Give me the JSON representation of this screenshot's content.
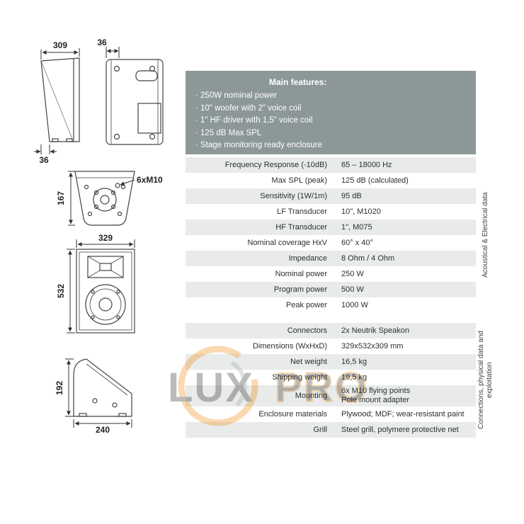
{
  "colors": {
    "features_bg": "#8c9897",
    "row_alt": "#e8ebea",
    "watermark_orange": "#f08300",
    "watermark_gray": "#939b9c"
  },
  "watermark": {
    "lux": "LUX",
    "pro": "PRO"
  },
  "features": {
    "title": "Main features:",
    "items": [
      "· 250W nominal power",
      "· 10\" woofer with 2\" voice coil",
      "· 1\" HF driver with 1,5\" voice coil",
      "· 125 dB Max SPL",
      "· Stage monitoring ready enclosure"
    ]
  },
  "acoustic_table": {
    "side_label": "Acoustical & Electrical data",
    "rows": [
      {
        "label": "Frequency Response (-10dB)",
        "value": "65 – 18000 Hz"
      },
      {
        "label": "Max SPL (peak)",
        "value": "125 dB (calculated)"
      },
      {
        "label": "Sensitivity (1W/1m)",
        "value": "95 dB"
      },
      {
        "label": "LF Transducer",
        "value": "10\", M1020"
      },
      {
        "label": "HF Transducer",
        "value": "1\", M075"
      },
      {
        "label": "Nominal coverage HxV",
        "value": "60° x 40°"
      },
      {
        "label": "Impedance",
        "value": "8 Ohm / 4 Ohm"
      },
      {
        "label": "Nominal power",
        "value": "250 W"
      },
      {
        "label": "Program power",
        "value": "500 W"
      },
      {
        "label": "Peak power",
        "value": "1000 W"
      }
    ]
  },
  "physical_table": {
    "side_label": "Connections, physical data and exploitation",
    "rows": [
      {
        "label": "Connectors",
        "value": "2x Neutrik Speakon"
      },
      {
        "label": "Dimensions (WxHxD)",
        "value": "329x532x309 mm"
      },
      {
        "label": "Net weight",
        "value": "16,5 kg"
      },
      {
        "label": "Shipping weight",
        "value": "19,5 kg"
      },
      {
        "label": "Mounting",
        "value": "6x M10 flying points\nPole mount adapter"
      },
      {
        "label": "Enclosure materials",
        "value": "Plywood; MDF; wear-resistant paint"
      },
      {
        "label": "Grill",
        "value": "Steel grill, polymere protective net"
      }
    ]
  },
  "drawings": {
    "dims": {
      "side_depth": "309",
      "rear_offset": "36",
      "side_bottom": "36",
      "top_depth": "167",
      "m10_label": "6xM10",
      "front_width": "329",
      "front_height": "532",
      "wedge_height": "192",
      "wedge_depth": "240"
    }
  }
}
